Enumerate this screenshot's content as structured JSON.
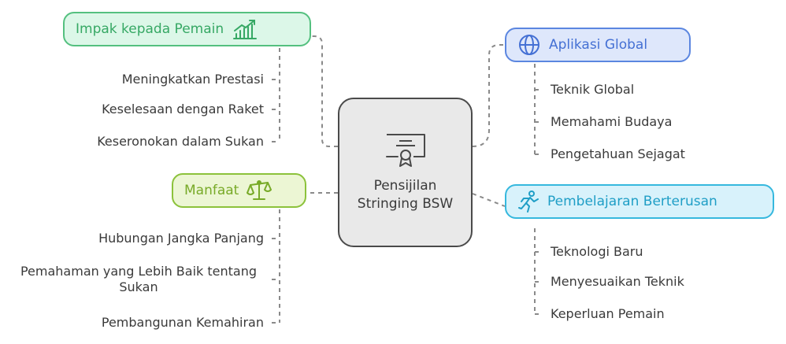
{
  "center": {
    "title": "Pensijilan Stringing BSW",
    "icon": "certificate-icon"
  },
  "branches": {
    "impak": {
      "title": "Impak kepada Pemain",
      "icon": "growth-chart-icon",
      "color": "#36a864",
      "items": [
        "Meningkatkan Prestasi",
        "Keselesaan dengan Raket",
        "Keseronokan dalam Sukan"
      ]
    },
    "manfaat": {
      "title": "Manfaat",
      "icon": "balance-scale-icon",
      "color": "#78aa28",
      "items": [
        "Hubungan Jangka Panjang",
        "Pemahaman yang Lebih Baik tentang Sukan",
        "Pembangunan Kemahiran"
      ]
    },
    "global": {
      "title": "Aplikasi Global",
      "icon": "globe-icon",
      "color": "#4470d4",
      "items": [
        "Teknik Global",
        "Memahami Budaya",
        "Pengetahuan Sejagat"
      ]
    },
    "belajar": {
      "title": "Pembelajaran Berterusan",
      "icon": "running-person-icon",
      "color": "#1f9ec6",
      "items": [
        "Teknologi Baru",
        "Menyesuaikan Teknik",
        "Keperluan Pemain"
      ]
    }
  }
}
